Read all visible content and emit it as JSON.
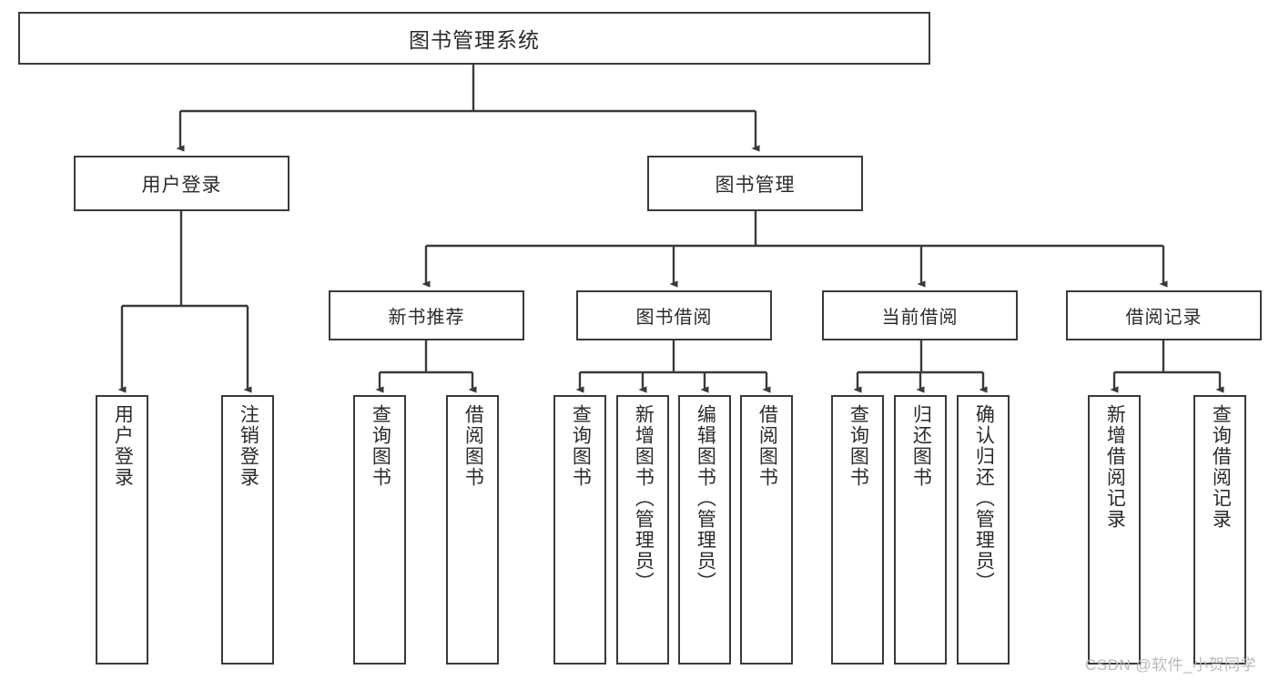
{
  "diagram": {
    "title": "图书管理系统",
    "type": "tree",
    "orientation": "top-down",
    "colors": {
      "box_border": "#3a3a3a",
      "box_fill": "#ffffff",
      "edge": "#3a3a3a",
      "text": "#2b2b2b",
      "watermark": "#b9b9b9"
    }
  },
  "root": {
    "label": "图书管理系统"
  },
  "level2": [
    {
      "id": "user-login",
      "label": "用户登录"
    },
    {
      "id": "book-manage",
      "label": "图书管理"
    }
  ],
  "level3": [
    {
      "id": "new-book-recommend",
      "label": "新书推荐",
      "parent": "book-manage"
    },
    {
      "id": "book-borrow",
      "label": "图书借阅",
      "parent": "book-manage"
    },
    {
      "id": "current-borrow",
      "label": "当前借阅",
      "parent": "book-manage"
    },
    {
      "id": "borrow-record",
      "label": "借阅记录",
      "parent": "book-manage"
    }
  ],
  "leaves": {
    "user_login": [
      {
        "id": "leaf-user-login",
        "label": "用户登录"
      },
      {
        "id": "leaf-user-logout",
        "label": "注销登录"
      }
    ],
    "new_book_recommend": [
      {
        "id": "leaf-query-book-1",
        "label": "查询图书"
      },
      {
        "id": "leaf-borrow-book-1",
        "label": "借阅图书"
      }
    ],
    "book_borrow": [
      {
        "id": "leaf-query-book-2",
        "label": "查询图书"
      },
      {
        "id": "leaf-add-book",
        "label": "新增图书（管理员）"
      },
      {
        "id": "leaf-edit-book",
        "label": "编辑图书（管理员）"
      },
      {
        "id": "leaf-borrow-book-2",
        "label": "借阅图书"
      }
    ],
    "current_borrow": [
      {
        "id": "leaf-query-book-3",
        "label": "查询图书"
      },
      {
        "id": "leaf-return-book",
        "label": "归还图书"
      },
      {
        "id": "leaf-confirm-return",
        "label": "确认归还（管理员）"
      }
    ],
    "borrow_record": [
      {
        "id": "leaf-add-record",
        "label": "新增借阅记录"
      },
      {
        "id": "leaf-query-record",
        "label": "查询借阅记录"
      }
    ]
  },
  "watermark": {
    "text": "CSDN @软件_小贺同学"
  }
}
